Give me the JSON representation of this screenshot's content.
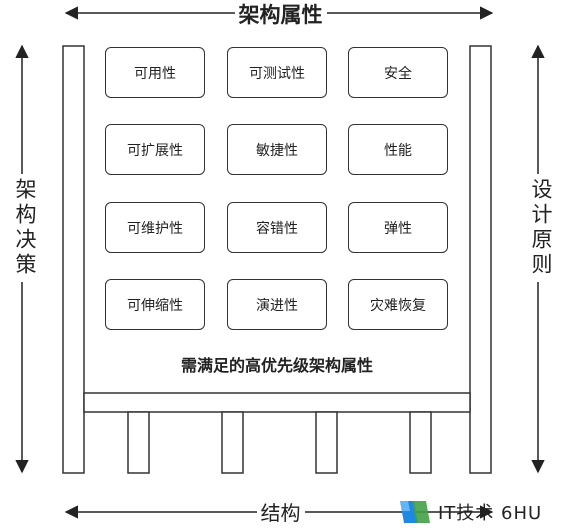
{
  "titles": {
    "top": "架构属性",
    "bottom": "结构",
    "left": "架构决策",
    "right": "设计原则",
    "center": "需满足的高优先级架构属性"
  },
  "attributes": [
    [
      "可用性",
      "可测试性",
      "安全"
    ],
    [
      "可扩展性",
      "敏捷性",
      "性能"
    ],
    [
      "可维护性",
      "容错性",
      "弹性"
    ],
    [
      "可伸缩性",
      "演进性",
      "灾难恢复"
    ]
  ],
  "watermark": {
    "text": "IT技术 6HU",
    "icon": "logo-icon",
    "colors": {
      "blue": "#1e88e5",
      "green": "#43a047"
    }
  }
}
